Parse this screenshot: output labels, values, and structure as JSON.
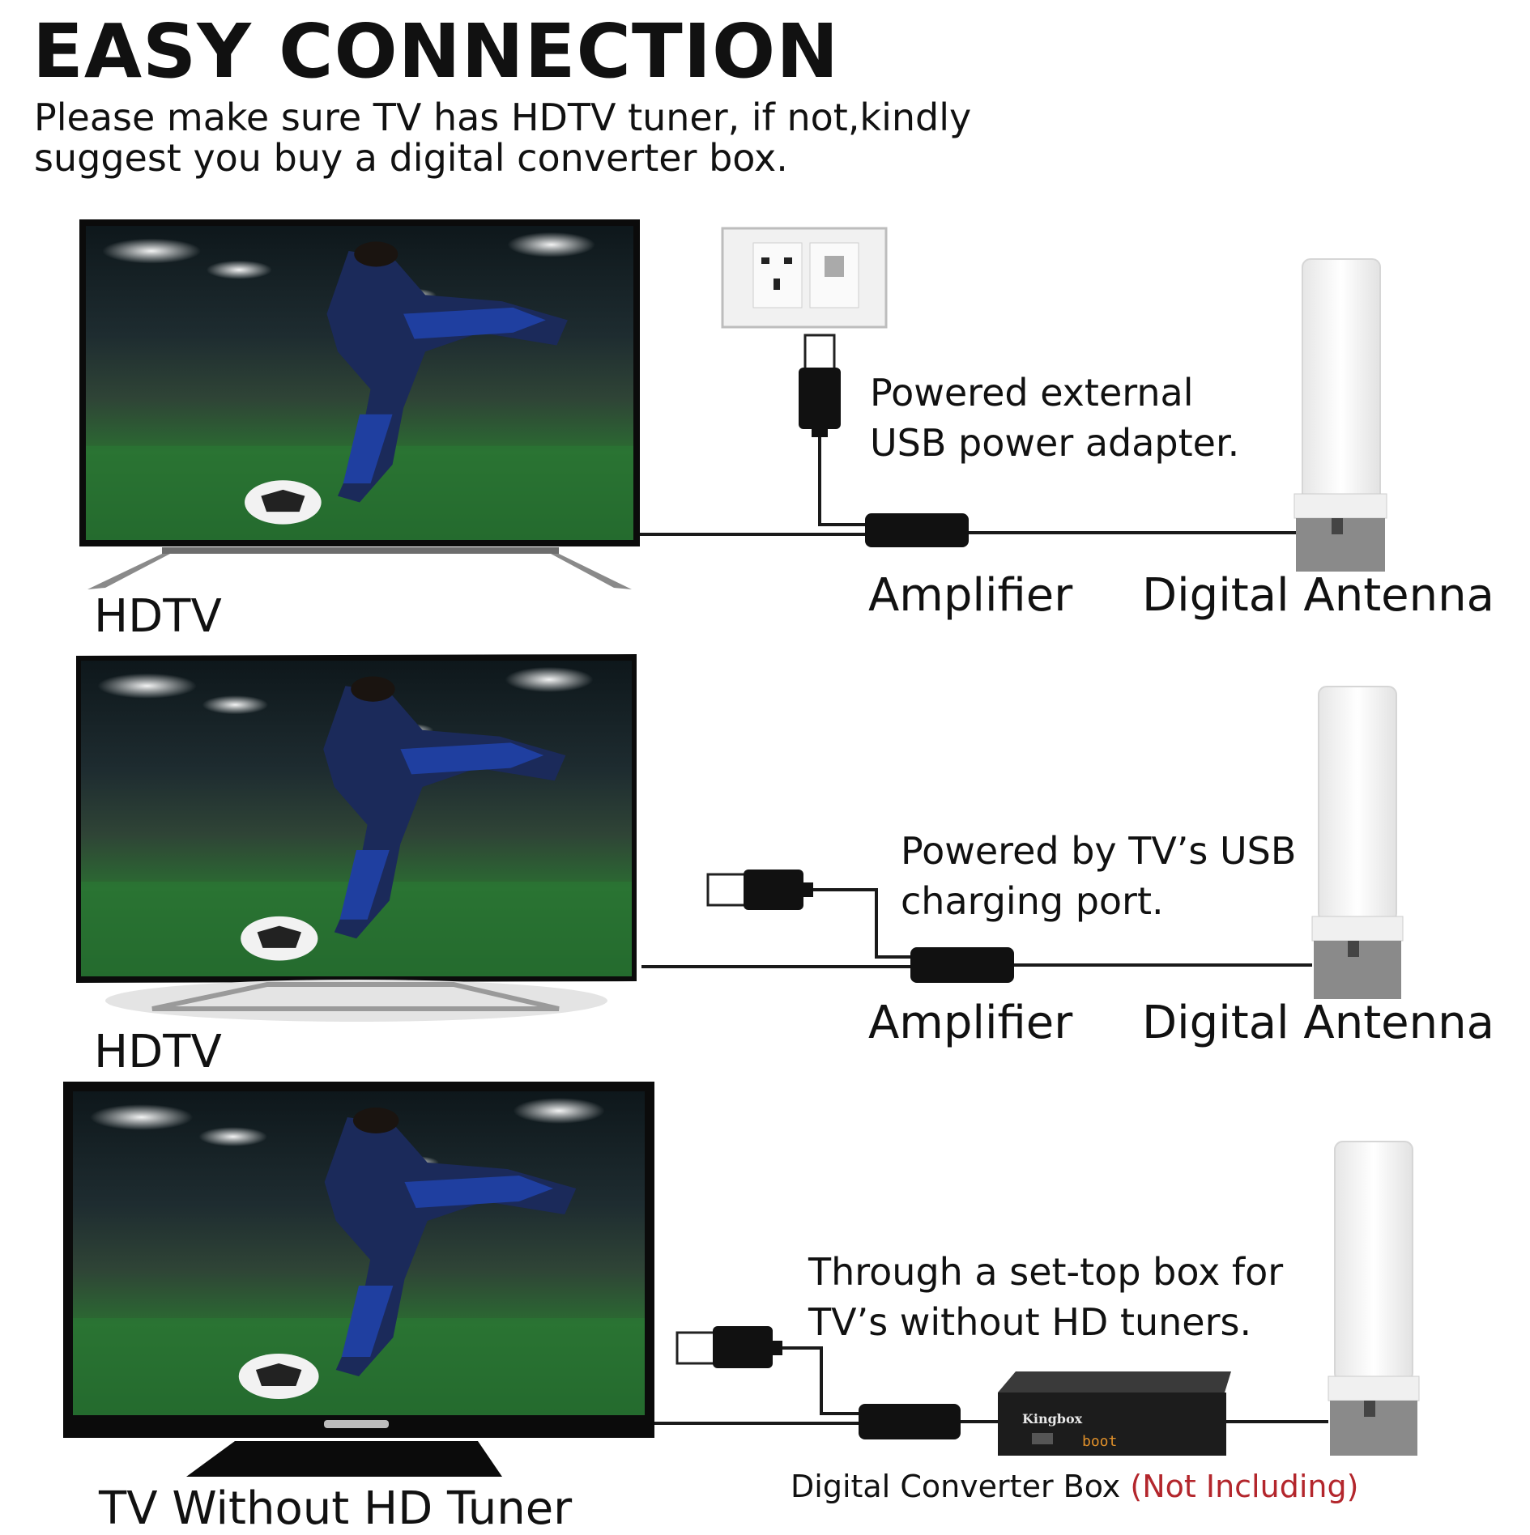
{
  "header": {
    "title": "EASY CONNECTION",
    "subtitle": "Please make sure TV has HDTV tuner, if not,kindly suggest you buy a digital converter box."
  },
  "rows": [
    {
      "tv_label": "HDTV",
      "power_note": "Powered external USB power adapter.",
      "amplifier_label": "Amplifier",
      "antenna_label": "Digital Antenna"
    },
    {
      "tv_label": "HDTV",
      "power_note": "Powered by TV’s USB charging port.",
      "amplifier_label": "Amplifier",
      "antenna_label": "Digital Antenna"
    },
    {
      "tv_label": "TV Without HD Tuner",
      "power_note": "Through a set-top box for TV’s without HD tuners.",
      "box_label": "Digital Converter Box",
      "box_note": "(Not Including)",
      "box_brand": "Kingbox",
      "box_display": "boot"
    }
  ],
  "colors": {
    "note_red": "#b3262c",
    "cable": "#1a1a1a",
    "antenna": "#f4f4f4"
  },
  "icons": [
    "tv-icon",
    "wall-socket-icon",
    "usb-plug-icon",
    "amplifier-icon",
    "antenna-icon",
    "set-top-box-icon"
  ]
}
